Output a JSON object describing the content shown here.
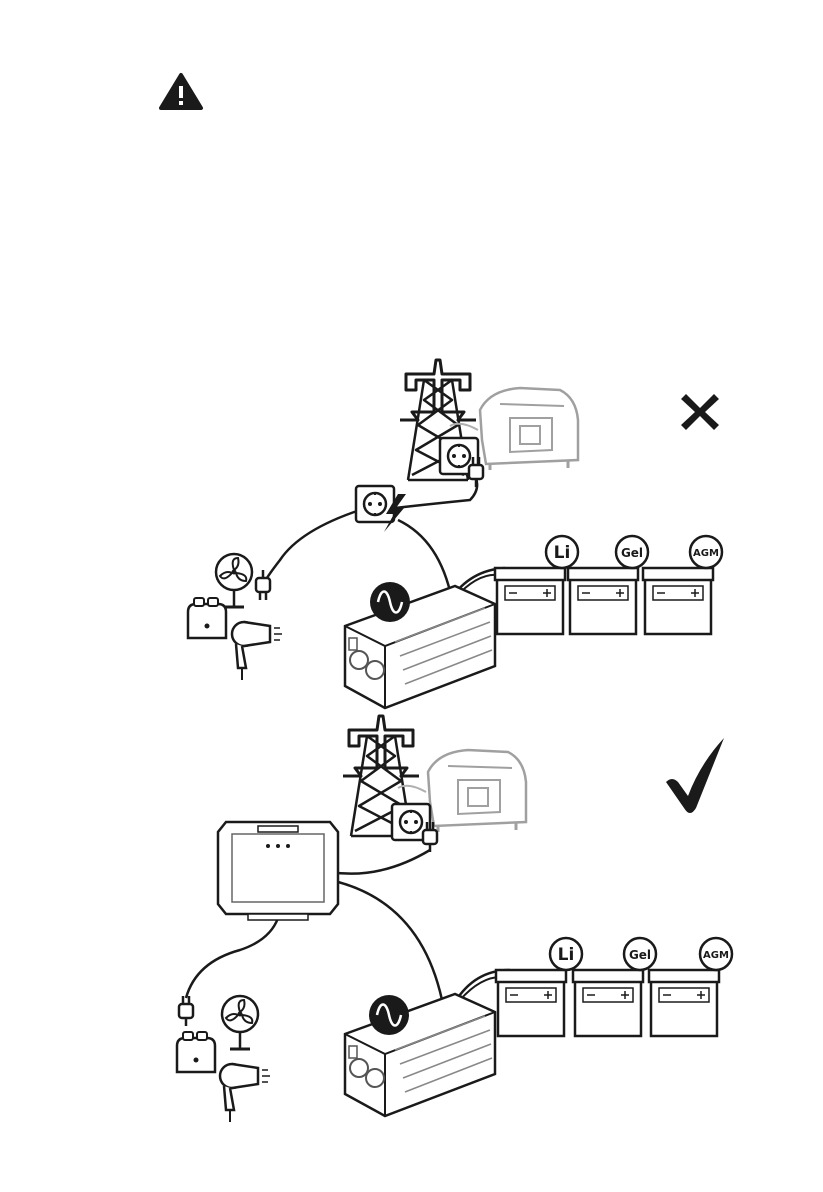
{
  "warning": {
    "icon": "warning-triangle-icon"
  },
  "battery_types": {
    "li": "Li",
    "gel": "Gel",
    "agm": "AGM"
  },
  "diagrams": [
    {
      "id": "incorrect",
      "verdict_icon": "cross-mark-icon"
    },
    {
      "id": "correct",
      "verdict_icon": "check-mark-icon"
    }
  ],
  "colors": {
    "line": "#1a1a1a",
    "light_line": "#9a9a9a",
    "background": "#ffffff"
  }
}
